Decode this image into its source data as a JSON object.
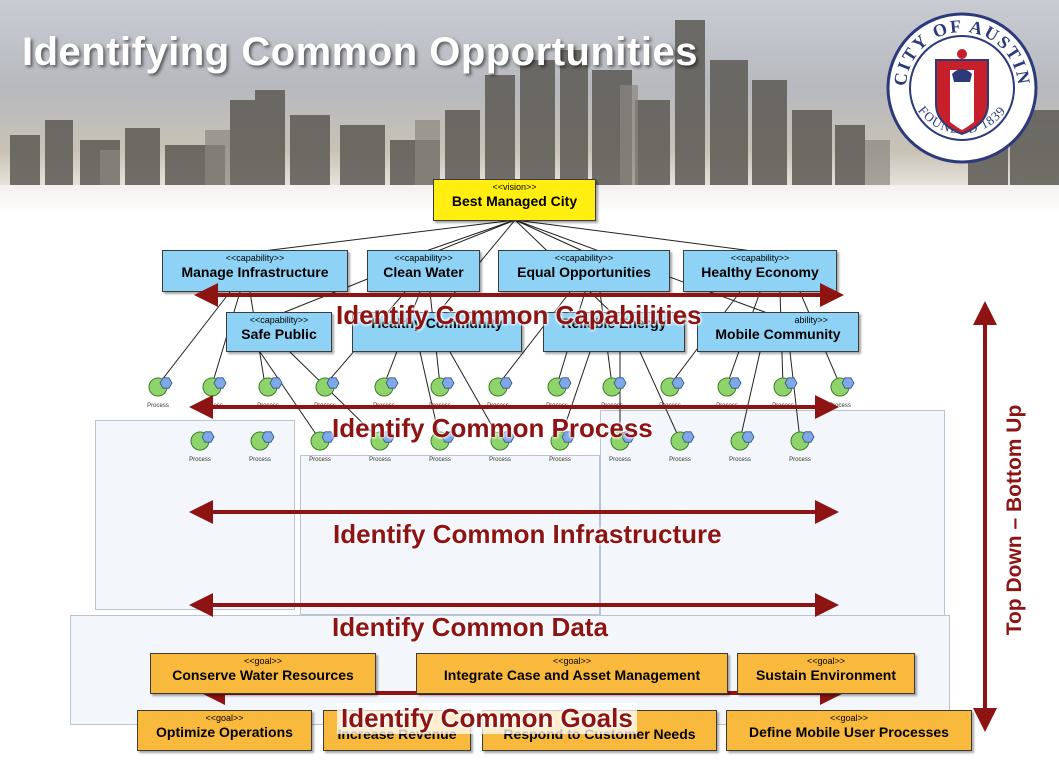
{
  "header": {
    "title": "Identifying Common Opportunities"
  },
  "seal": {
    "top_text": "CITY OF AUSTIN",
    "founded": "FOUNDED",
    "year": "1839"
  },
  "vision": {
    "stereotype": "<<vision>>",
    "name": "Best Managed City"
  },
  "capabilities": [
    {
      "stereotype": "<<capability>>",
      "name": "Manage Infrastructure"
    },
    {
      "stereotype": "<<capability>>",
      "name": "Clean Water"
    },
    {
      "stereotype": "<<capability>>",
      "name": "Equal Opportunities"
    },
    {
      "stereotype": "<<capability>>",
      "name": "Healthy Economy"
    },
    {
      "stereotype": "<<capability>>",
      "name": "Safe Public"
    },
    {
      "stereotype": "",
      "name": "Healthy Community"
    },
    {
      "stereotype": "",
      "name": "Reliable Energy"
    },
    {
      "stereotype": "ability>>",
      "name": "Mobile Community"
    }
  ],
  "process_label": "Process",
  "bands": {
    "capabilities": "Identify Common Capabilities",
    "process": "Identify Common Process",
    "infrastructure": "Identify Common Infrastructure",
    "data": "Identify Common Data",
    "goals": "Identify Common Goals"
  },
  "goals": [
    {
      "stereotype": "<<goal>>",
      "name": "Conserve Water Resources"
    },
    {
      "stereotype": "<<goal>>",
      "name": "Integrate Case and Asset Management"
    },
    {
      "stereotype": "<<goal>>",
      "name": "Sustain Environment"
    },
    {
      "stereotype": "<<goal>>",
      "name": "Optimize Operations"
    },
    {
      "stereotype": "",
      "name": "Increase Revenue"
    },
    {
      "stereotype": "",
      "name": "Respond to Customer Needs"
    },
    {
      "stereotype": "<<goal>>",
      "name": "Define Mobile User Processes"
    }
  ],
  "side_label": "Top Down – Bottom Up",
  "colors": {
    "accent": "#8e1414",
    "vision": "#ffee10",
    "capability": "#8ed3f6",
    "goal": "#f8b93c"
  }
}
